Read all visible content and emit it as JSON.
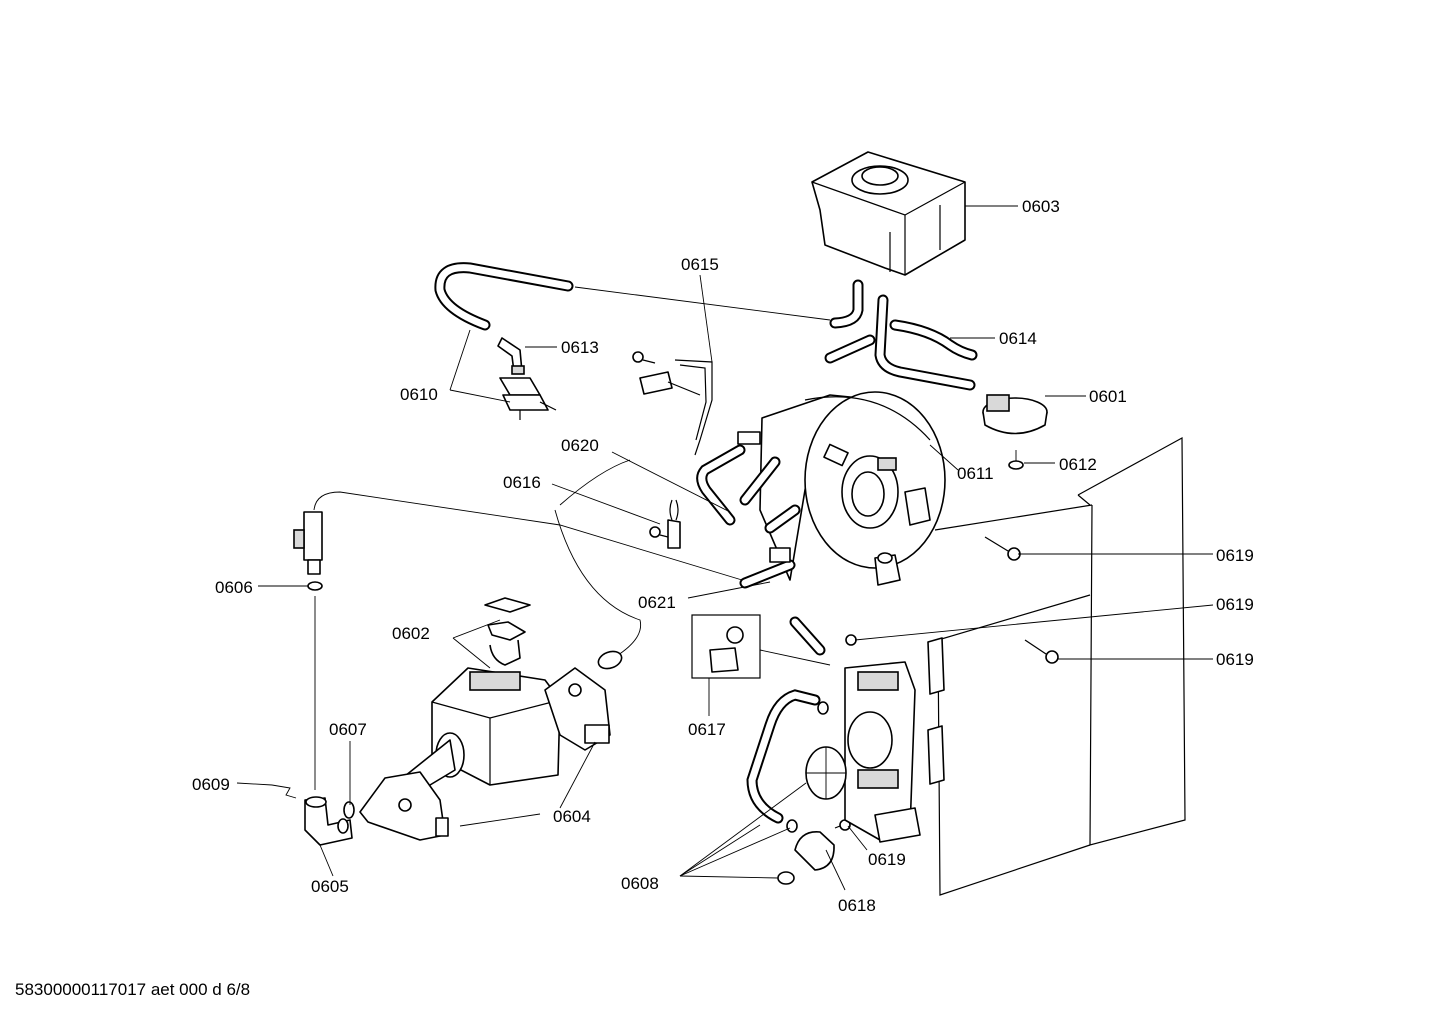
{
  "footer": "58300000117017 aet 000 d 6/8",
  "callouts": {
    "c0601": "0601",
    "c0602": "0602",
    "c0603": "0603",
    "c0604": "0604",
    "c0605": "0605",
    "c0606": "0606",
    "c0607": "0607",
    "c0608": "0608",
    "c0609": "0609",
    "c0610": "0610",
    "c0611": "0611",
    "c0612": "0612",
    "c0613": "0613",
    "c0614": "0614",
    "c0615": "0615",
    "c0616": "0616",
    "c0617": "0617",
    "c0618": "0618",
    "c0619a": "0619",
    "c0619b": "0619",
    "c0619c": "0619",
    "c0619d": "0619",
    "c0620": "0620",
    "c0621": "0621"
  }
}
